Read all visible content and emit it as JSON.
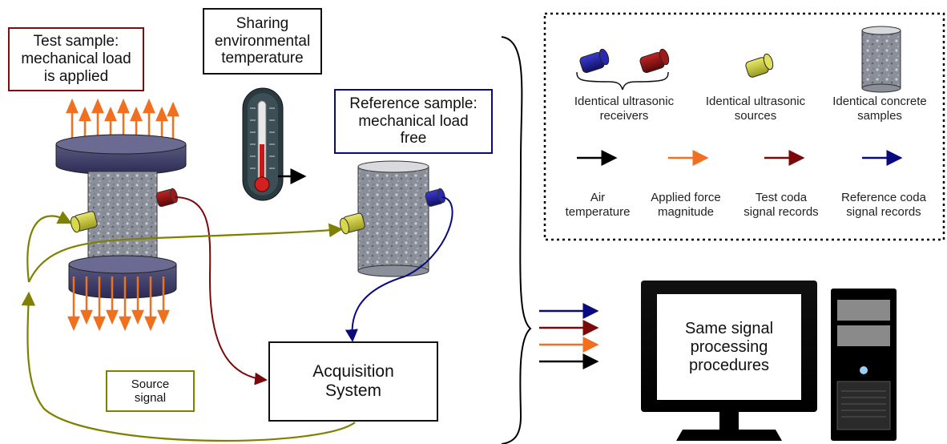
{
  "boxes": {
    "test_sample": [
      "Test sample:",
      "mechanical load",
      "is applied"
    ],
    "sharing": [
      "Sharing",
      "environmental",
      "temperature"
    ],
    "reference_sample": [
      "Reference sample:",
      "mechanical load",
      "free"
    ],
    "acquisition": [
      "Acquisition",
      "System"
    ],
    "source_signal": [
      "Source",
      "signal"
    ],
    "processing": [
      "Same signal",
      "processing",
      "procedures"
    ]
  },
  "legend": {
    "receivers": [
      "Identical ultrasonic",
      "receivers"
    ],
    "sources": [
      "Identical ultrasonic",
      "sources"
    ],
    "concrete": [
      "Identical concrete",
      "samples"
    ],
    "air": [
      "Air",
      "temperature"
    ],
    "force": [
      "Applied force",
      "magnitude"
    ],
    "test_coda": [
      "Test coda",
      "signal records"
    ],
    "ref_coda": [
      "Reference coda",
      "signal records"
    ]
  },
  "colors": {
    "air": "#000000",
    "force": "#f07020",
    "test": "#7a0a0a",
    "reference": "#0a0a80",
    "source": "#808000",
    "receiver_blue": "#1a1a8a",
    "receiver_red": "#8a1010",
    "source_sensor": "#c8c830"
  },
  "icons": [
    "thermometer-icon",
    "computer-monitor-icon",
    "computer-tower-icon"
  ]
}
